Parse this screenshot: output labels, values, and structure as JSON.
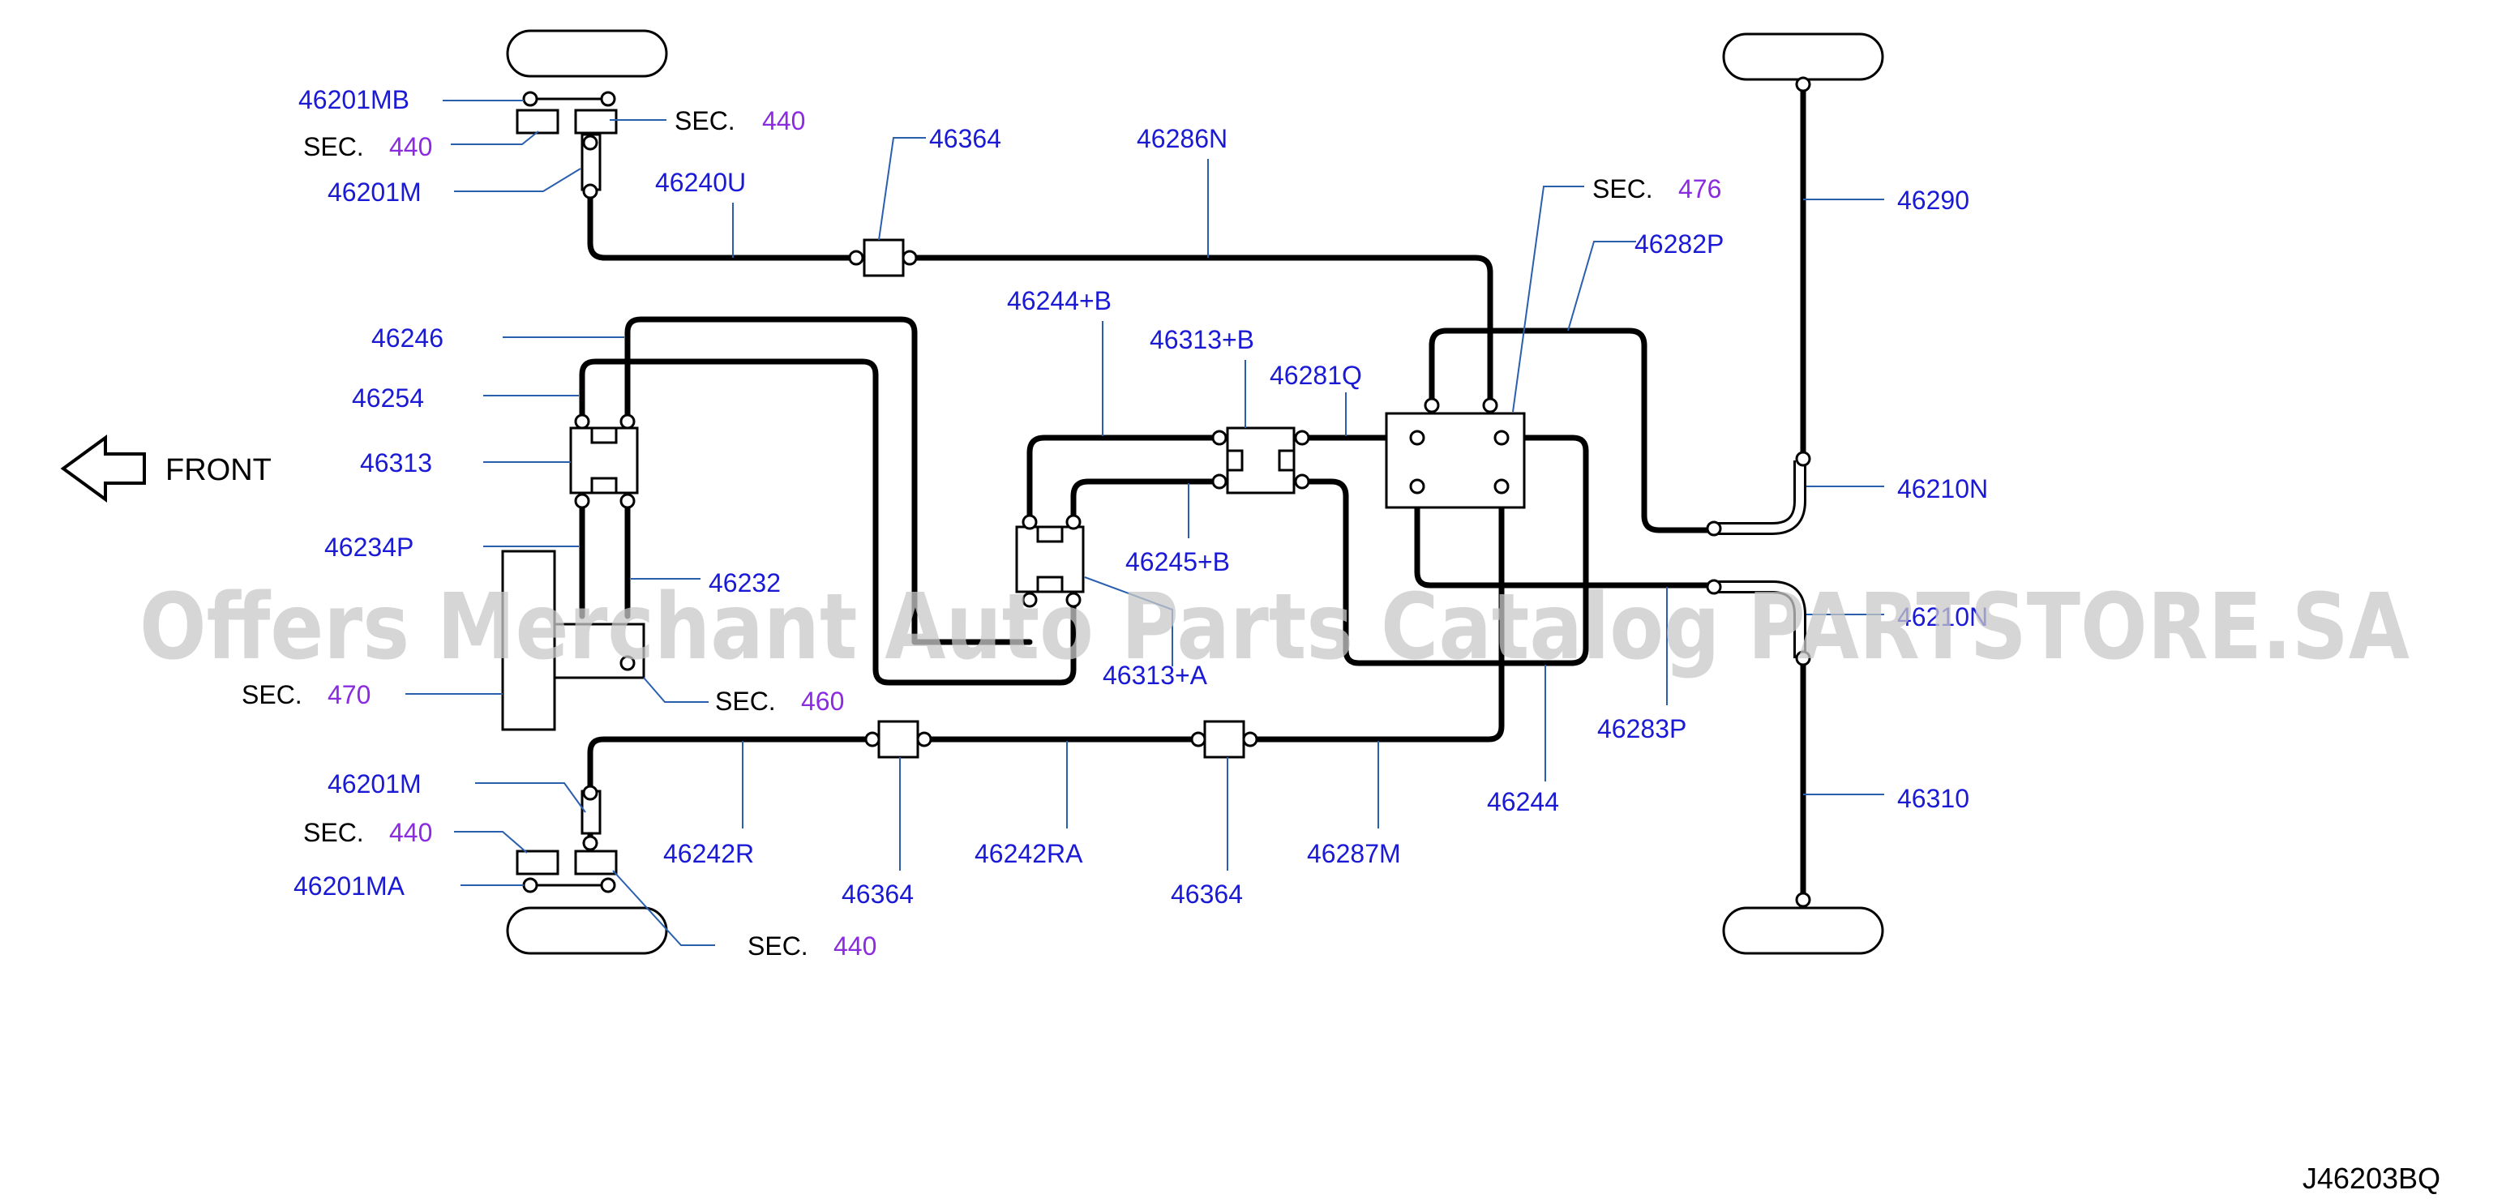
{
  "parts": {
    "p46201MB": "46201MB",
    "p46201M_top": "46201M",
    "p46240U": "46240U",
    "p46364_top": "46364",
    "p46286N": "46286N",
    "p46290": "46290",
    "p46282P": "46282P",
    "p46246": "46246",
    "p46254": "46254",
    "p46313": "46313",
    "p46234P": "46234P",
    "p46232": "46232",
    "p46244B": "46244+B",
    "p46313B": "46313+B",
    "p46281Q": "46281Q",
    "p46245B": "46245+B",
    "p46313A": "46313+A",
    "p46210N_a": "46210N",
    "p46210N_b": "46210N",
    "p46283P": "46283P",
    "p46244": "46244",
    "p46310": "46310",
    "p46201M_bot": "46201M",
    "p46201MA": "46201MA",
    "p46242R": "46242R",
    "p46364_b1": "46364",
    "p46242RA": "46242RA",
    "p46364_b2": "46364",
    "p46287M": "46287M"
  },
  "sections": {
    "s440_a": {
      "label": "SEC.",
      "num": "440"
    },
    "s440_b": {
      "label": "SEC.",
      "num": "440"
    },
    "s476": {
      "label": "SEC.",
      "num": "476"
    },
    "s470": {
      "label": "SEC.",
      "num": "470"
    },
    "s460": {
      "label": "SEC.",
      "num": "460"
    },
    "s440_c": {
      "label": "SEC.",
      "num": "440"
    },
    "s440_d": {
      "label": "SEC.",
      "num": "440"
    }
  },
  "front_label": "FRONT",
  "diagram_code": "J46203BQ",
  "watermark": "Offers Merchant Auto Parts Catalog PARTSTORE.SA",
  "colors": {
    "part_number": "#1a1ad6",
    "section_number": "#8a2be2",
    "leader_line": "#2a5fb0",
    "pipe": "#000000",
    "watermark": "#c8c8c8"
  }
}
